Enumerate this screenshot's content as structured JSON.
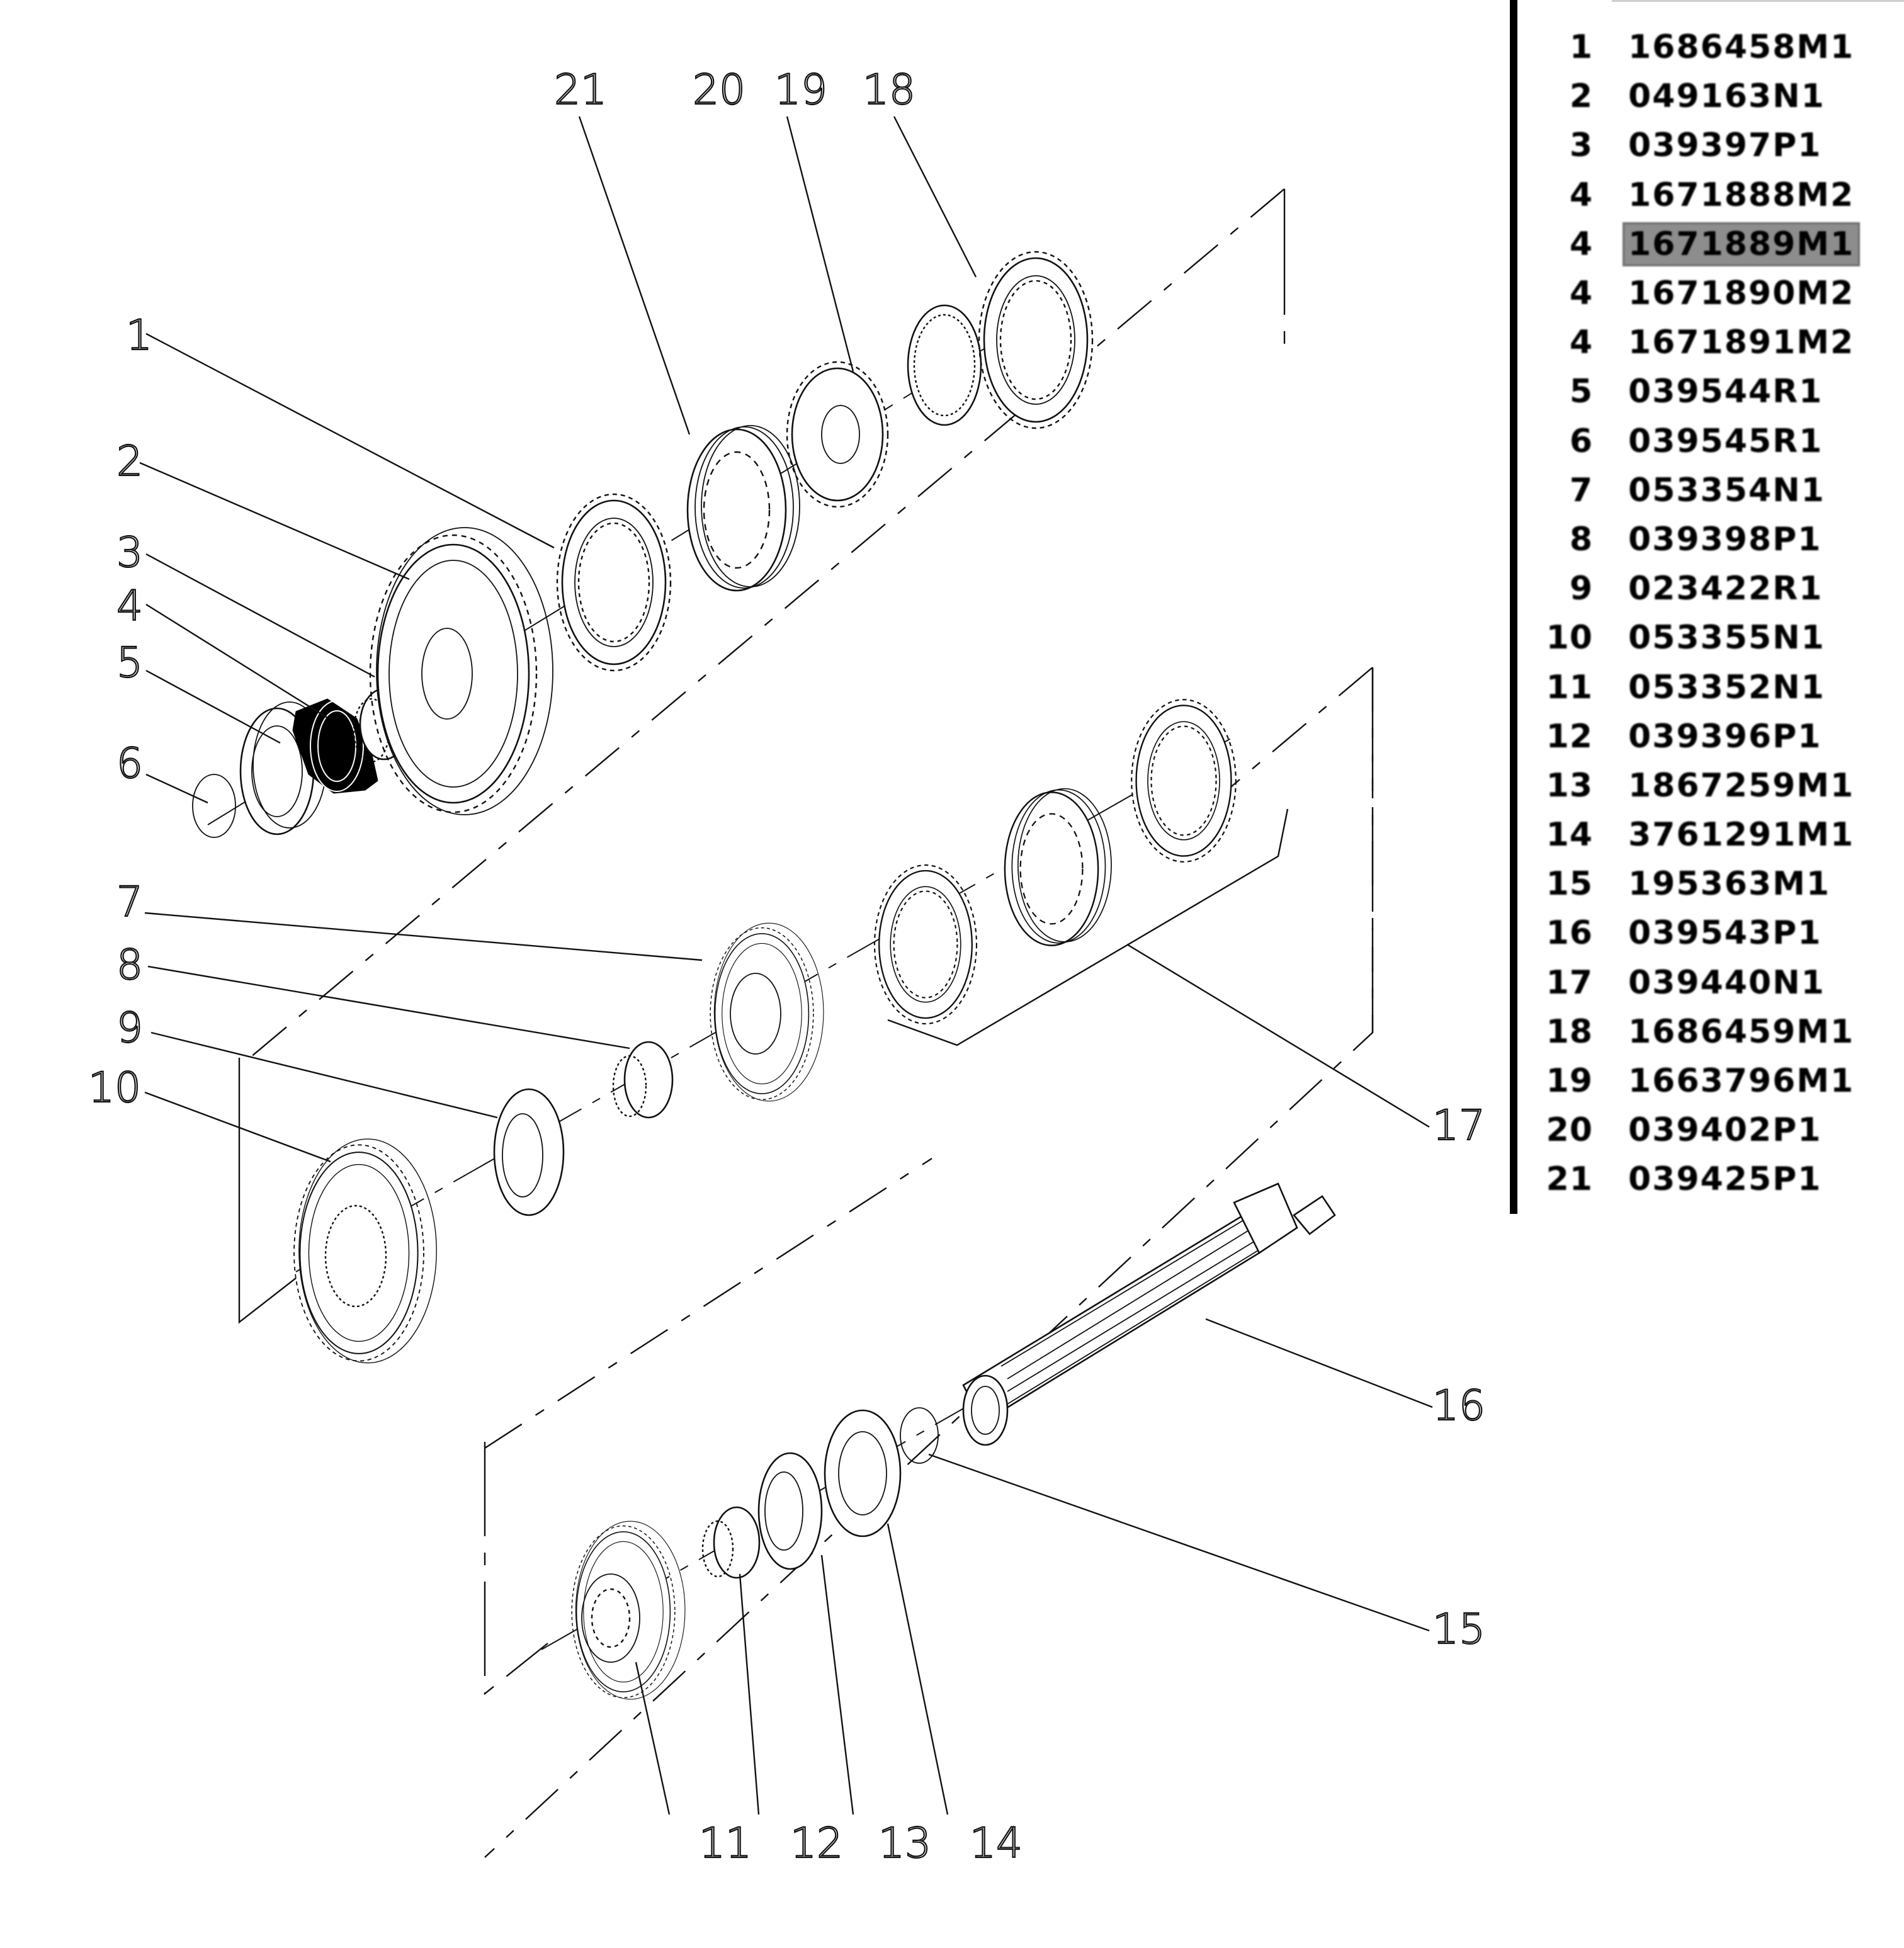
{
  "diagram": {
    "callouts": [
      "1",
      "2",
      "3",
      "4",
      "5",
      "6",
      "7",
      "8",
      "9",
      "10",
      "11",
      "12",
      "13",
      "14",
      "15",
      "16",
      "17",
      "18",
      "19",
      "20",
      "21"
    ],
    "highlight_color": "#8d8d8d"
  },
  "parts_list": {
    "rows": [
      {
        "ref": "1",
        "part_no": "1686458M1",
        "selected": false
      },
      {
        "ref": "2",
        "part_no": "049163N1",
        "selected": false
      },
      {
        "ref": "3",
        "part_no": "039397P1",
        "selected": false
      },
      {
        "ref": "4",
        "part_no": "1671888M2",
        "selected": false
      },
      {
        "ref": "4",
        "part_no": "1671889M1",
        "selected": true
      },
      {
        "ref": "4",
        "part_no": "1671890M2",
        "selected": false
      },
      {
        "ref": "4",
        "part_no": "1671891M2",
        "selected": false
      },
      {
        "ref": "5",
        "part_no": "039544R1",
        "selected": false
      },
      {
        "ref": "6",
        "part_no": "039545R1",
        "selected": false
      },
      {
        "ref": "7",
        "part_no": "053354N1",
        "selected": false
      },
      {
        "ref": "8",
        "part_no": "039398P1",
        "selected": false
      },
      {
        "ref": "9",
        "part_no": "023422R1",
        "selected": false
      },
      {
        "ref": "10",
        "part_no": "053355N1",
        "selected": false
      },
      {
        "ref": "11",
        "part_no": "053352N1",
        "selected": false
      },
      {
        "ref": "12",
        "part_no": "039396P1",
        "selected": false
      },
      {
        "ref": "13",
        "part_no": "1867259M1",
        "selected": false
      },
      {
        "ref": "14",
        "part_no": "3761291M1",
        "selected": false
      },
      {
        "ref": "15",
        "part_no": "195363M1",
        "selected": false
      },
      {
        "ref": "16",
        "part_no": "039543P1",
        "selected": false
      },
      {
        "ref": "17",
        "part_no": "039440N1",
        "selected": false
      },
      {
        "ref": "18",
        "part_no": "1686459M1",
        "selected": false
      },
      {
        "ref": "19",
        "part_no": "1663796M1",
        "selected": false
      },
      {
        "ref": "20",
        "part_no": "039402P1",
        "selected": false
      },
      {
        "ref": "21",
        "part_no": "039425P1",
        "selected": false
      }
    ]
  }
}
